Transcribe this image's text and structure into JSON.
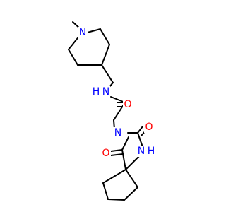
{
  "molecule": {
    "atoms": [
      {
        "symbol": "N",
        "color": "#0000FF"
      },
      {
        "symbol": "N",
        "color": "#0000FF"
      },
      {
        "symbol": "H",
        "color": "#0000FF"
      },
      {
        "symbol": "O",
        "color": "#FF0000"
      },
      {
        "symbol": "N",
        "color": "#0000FF"
      },
      {
        "symbol": "O",
        "color": "#FF0000"
      },
      {
        "symbol": "N",
        "color": "#0000FF"
      },
      {
        "symbol": "H",
        "color": "#0000FF"
      },
      {
        "symbol": "O",
        "color": "#FF0000"
      }
    ]
  }
}
